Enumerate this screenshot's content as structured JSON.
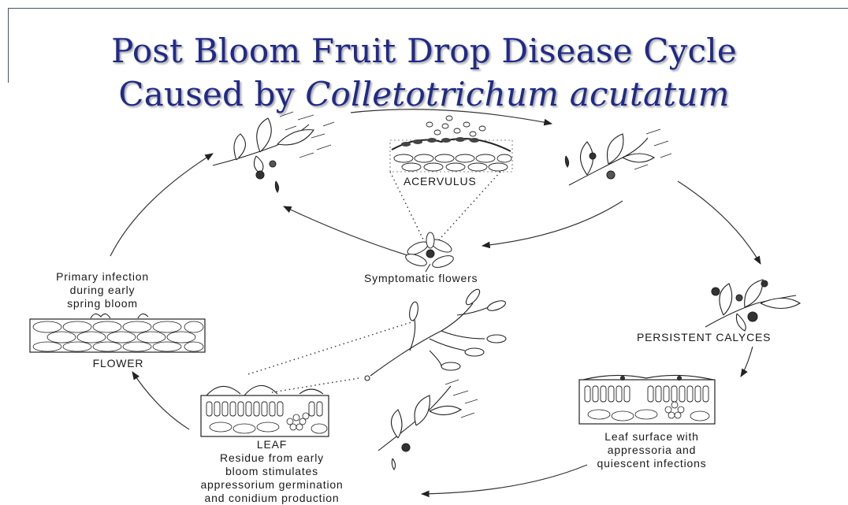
{
  "title": {
    "line1": "Post Bloom Fruit Drop Disease Cycle",
    "line2_prefix": "Caused by ",
    "line2_italic": "Colletotrichum acutatum"
  },
  "labels": {
    "acervulus": "ACERVULUS",
    "symptomatic_flowers": "Symptomatic flowers",
    "primary_infection": [
      "Primary infection",
      "during early",
      "spring bloom"
    ],
    "flower": "FLOWER",
    "persistent_calyces": "PERSISTENT CALYCES",
    "leaf_surface": [
      "Leaf surface with",
      "appressoria and",
      "quiescent infections"
    ],
    "leaf": "LEAF",
    "residue": [
      "Residue from early",
      "bloom stimulates",
      "appressorium germination",
      "and conidium production"
    ]
  }
}
